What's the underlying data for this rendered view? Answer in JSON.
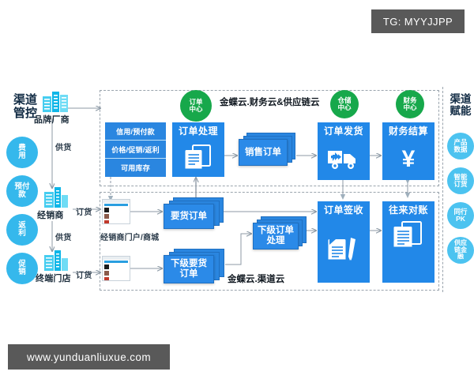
{
  "watermarks": {
    "tg_tag": "TG: MYYJJPP",
    "site": "www.yunduanliuxue.com"
  },
  "left_panel": {
    "title": "渠道\n管控",
    "title_line1": "渠道",
    "title_line2": "管控",
    "pills": [
      {
        "id": "fee",
        "label": "费用",
        "lines": [
          "费",
          "用"
        ]
      },
      {
        "id": "prepay",
        "label": "预付款",
        "lines": [
          "预付",
          "款"
        ]
      },
      {
        "id": "rebate",
        "label": "返利",
        "lines": [
          "返",
          "利"
        ]
      },
      {
        "id": "promotion",
        "label": "促销",
        "lines": [
          "促",
          "销"
        ]
      }
    ]
  },
  "right_panel": {
    "title_line1": "渠道",
    "title_line2": "赋能",
    "pills": [
      {
        "id": "product-data",
        "label": "产品数据",
        "lines": [
          "产品",
          "数据"
        ]
      },
      {
        "id": "smart-order",
        "label": "智能订货",
        "lines": [
          "智能",
          "订货"
        ]
      },
      {
        "id": "peer-pk",
        "label": "同行PK",
        "lines": [
          "同行",
          "PK"
        ]
      },
      {
        "id": "supply-finance",
        "label": "供应链金融",
        "lines": [
          "供应",
          "链金",
          "融"
        ]
      }
    ]
  },
  "actors": [
    {
      "id": "brand",
      "label": "品牌厂商"
    },
    {
      "id": "distributor",
      "label": "经销商"
    },
    {
      "id": "store",
      "label": "终端门店"
    }
  ],
  "flow_labels": {
    "supply_1": "供货",
    "supply_2": "供货",
    "order_1": "订货",
    "order_2": "订货"
  },
  "top_section": {
    "title": "金蝶云.财务云&供应链云",
    "green_centers": [
      {
        "id": "order-center",
        "lines": [
          "订单",
          "中心"
        ]
      },
      {
        "id": "warehouse-center",
        "lines": [
          "仓储",
          "中心"
        ]
      },
      {
        "id": "finance-center",
        "lines": [
          "财务",
          "中心"
        ]
      }
    ],
    "stripes": [
      {
        "id": "credit-prepay",
        "label": "信用/预付款"
      },
      {
        "id": "price-promo-rebate",
        "label": "价格/促销/返利"
      },
      {
        "id": "available-stock",
        "label": "可用库存"
      }
    ],
    "nodes": [
      {
        "id": "order-processing",
        "label": "订单处理",
        "icon": "documents-icon"
      },
      {
        "id": "sales-order",
        "label": "销售订单",
        "icon": "card-deck-icon"
      },
      {
        "id": "order-shipment",
        "label": "订单发货",
        "icon": "truck-icon"
      },
      {
        "id": "finance-settlement",
        "label": "财务结算",
        "icon": "yuan-icon"
      }
    ]
  },
  "bottom_section": {
    "title": "金蝶云.渠道云",
    "portal_label": "经销商门户/商城",
    "nodes": [
      {
        "id": "request-order",
        "label": "要货订单",
        "icon": "card-deck-icon"
      },
      {
        "id": "sub-request-order",
        "label": "下级要货订单",
        "lines": [
          "下级要货",
          "订单"
        ],
        "icon": "card-deck-icon"
      },
      {
        "id": "sub-order-processing",
        "label": "下级订单处理",
        "lines": [
          "下级订单",
          "处理"
        ],
        "icon": "card-deck-icon"
      },
      {
        "id": "order-signoff",
        "label": "订单签收",
        "icon": "signed-doc-icon"
      },
      {
        "id": "account-reconciliation",
        "label": "往来对账",
        "icon": "documents-icon"
      }
    ]
  },
  "colors": {
    "primary_blue": "#2288e8",
    "stripe_blue": "#2a86e0",
    "cyan": "#35b8ec",
    "cyan_light": "#4cc3f0",
    "green": "#17a84b",
    "navy": "#102a43",
    "badge_gray": "#595959",
    "dash_gray": "#9aa4ad",
    "arrow_gray": "#8d9aa6"
  }
}
